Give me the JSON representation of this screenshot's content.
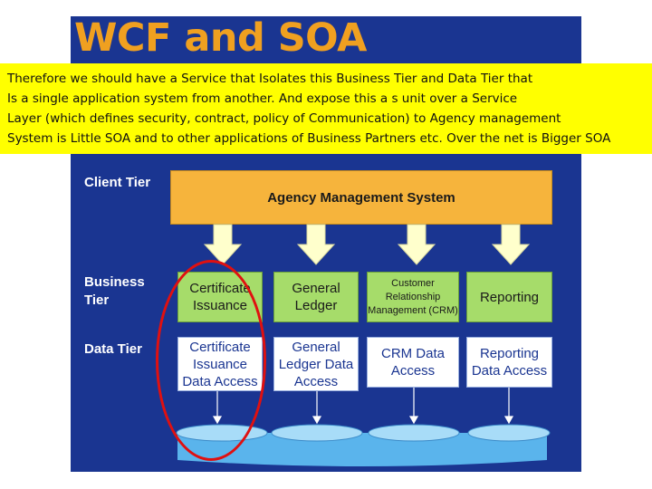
{
  "title": "WCF and SOA",
  "note_lines": [
    "Therefore we should have a Service that Isolates this Business Tier and Data Tier that",
    "Is a single application system from another. And expose this a s unit over a Service",
    "Layer (which defines security, contract,  policy of Communication) to Agency management",
    "System is Little SOA  and to other applications of Business Partners etc. Over the net is Bigger SOA"
  ],
  "tiers": {
    "client": "Client Tier",
    "business": "Business Tier",
    "data": "Data Tier"
  },
  "client_box": "Agency Management System",
  "business_boxes": [
    "Certificate Issuance",
    "General Ledger",
    "Customer Relationship Management (CRM)",
    "Reporting"
  ],
  "data_boxes": [
    "Certificate Issuance Data Access",
    "General Ledger Data Access",
    "CRM Data Access",
    "Reporting Data Access"
  ],
  "colors": {
    "slide_background": "#1a3591",
    "title": "#f0a020",
    "note_background": "#ffff00",
    "client_box": "#f6b43c",
    "business_box": "#a6dc6a",
    "database": "#5ab4ec",
    "highlight": "#e01010"
  }
}
